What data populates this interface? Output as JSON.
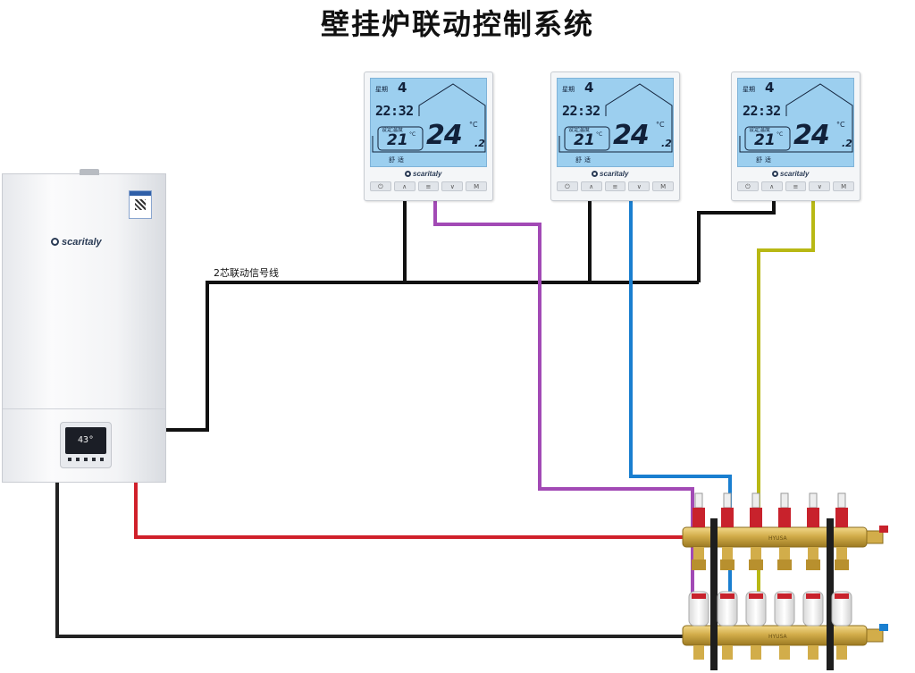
{
  "title": "壁挂炉联动控制系统",
  "wire_label": "2芯联动信号线",
  "boiler": {
    "brand": "scaritaly",
    "display": "43°"
  },
  "thermostats": [
    {
      "week_label": "星期",
      "week_day": "4",
      "time": "22:32",
      "set_label": "设定温度",
      "set_temp": "21",
      "set_unit": "°C",
      "room_temp_int": "24",
      "room_temp_dec": ".2",
      "room_unit": "°C",
      "mode": "舒适",
      "brand": "scaritaly",
      "keys": [
        "⏻",
        "∧",
        "≡",
        "∨",
        "M"
      ]
    },
    {
      "week_label": "星期",
      "week_day": "4",
      "time": "22:32",
      "set_label": "设定温度",
      "set_temp": "21",
      "set_unit": "°C",
      "room_temp_int": "24",
      "room_temp_dec": ".2",
      "room_unit": "°C",
      "mode": "舒适",
      "brand": "scaritaly",
      "keys": [
        "⏻",
        "∧",
        "≡",
        "∨",
        "M"
      ]
    },
    {
      "week_label": "星期",
      "week_day": "4",
      "time": "22:32",
      "set_label": "设定温度",
      "set_temp": "21",
      "set_unit": "°C",
      "room_temp_int": "24",
      "room_temp_dec": ".2",
      "room_unit": "°C",
      "mode": "舒适",
      "brand": "scaritaly",
      "keys": [
        "⏻",
        "∧",
        "≡",
        "∨",
        "M"
      ]
    }
  ],
  "manifold": {
    "brand": "HYUSA"
  },
  "colors": {
    "signal_wire": "#111111",
    "purple_wire": "#a24ab5",
    "blue_wire": "#1a7fd0",
    "yellow_wire": "#b8b814",
    "supply_pipe": "#d0202a",
    "return_pipe": "#222222",
    "lcd": "#9ccfef",
    "brass": "#d2ad4a"
  }
}
